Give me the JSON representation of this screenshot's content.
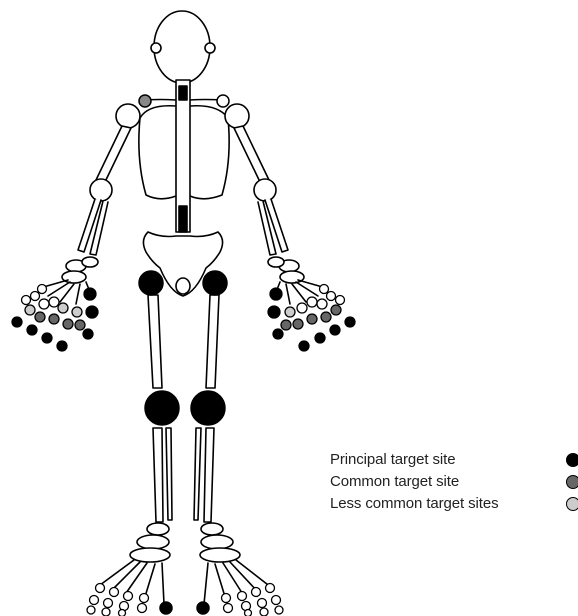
{
  "legend": {
    "items": [
      {
        "label": "Principal target site",
        "color": "#000000"
      },
      {
        "label": "Common target site",
        "color": "#666666"
      },
      {
        "label": "Less common target sites",
        "color": "#cccccc"
      }
    ]
  },
  "colors": {
    "outline": "#000000",
    "bone_fill": "#ffffff",
    "principal": "#000000",
    "common": "#666666",
    "less_common": "#cccccc"
  }
}
